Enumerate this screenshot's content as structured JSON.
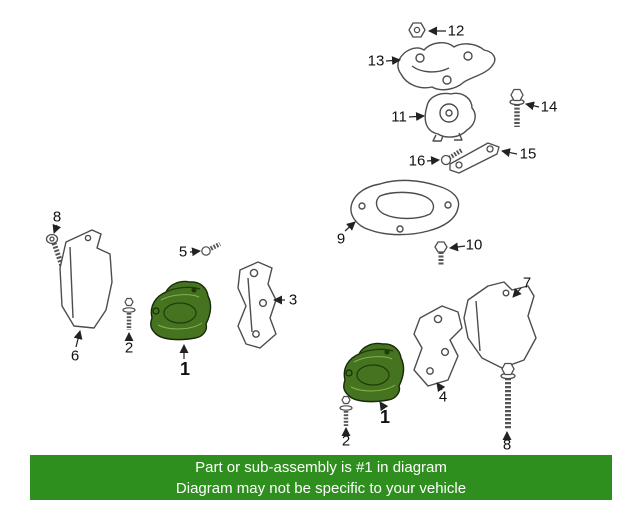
{
  "colors": {
    "background": "#ffffff",
    "line_art": "#4d4d4d",
    "callout_text": "#111111",
    "highlight_part": "#46731f",
    "highlight_part_dark": "#203c0d",
    "banner_bg": "#2f8f1e",
    "banner_text": "#ffffff"
  },
  "callouts": [
    {
      "n": "12"
    },
    {
      "n": "13"
    },
    {
      "n": "14"
    },
    {
      "n": "11"
    },
    {
      "n": "16"
    },
    {
      "n": "15"
    },
    {
      "n": "9"
    },
    {
      "n": "10"
    },
    {
      "n": "8"
    },
    {
      "n": "5"
    },
    {
      "n": "3"
    },
    {
      "n": "6"
    },
    {
      "n": "2"
    },
    {
      "n": "1"
    },
    {
      "n": "7"
    },
    {
      "n": "4"
    },
    {
      "n": "1"
    },
    {
      "n": "2"
    },
    {
      "n": "8"
    }
  ],
  "banner": {
    "line1": "Part or sub-assembly is #1 in diagram",
    "line2": "Diagram may not be specific to your vehicle"
  }
}
